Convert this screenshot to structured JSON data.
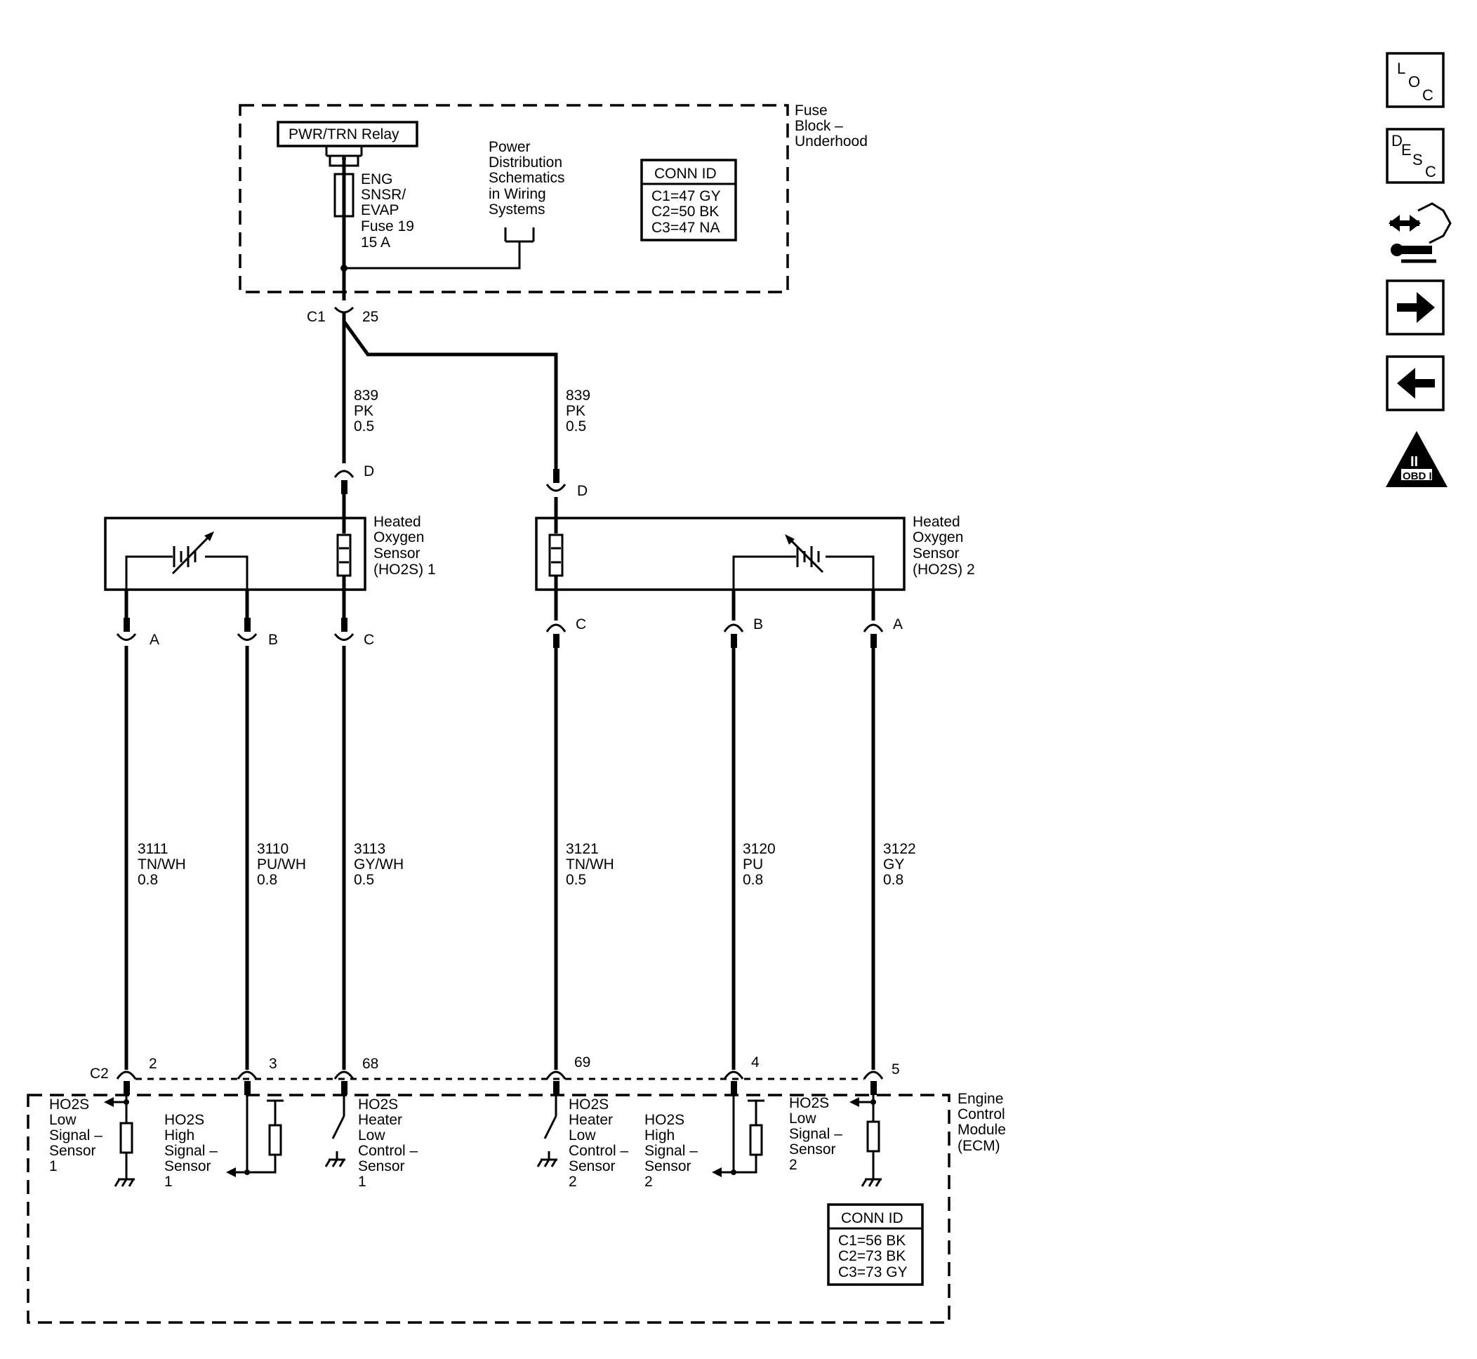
{
  "fuse_block": {
    "label": [
      "Fuse",
      "Block –",
      "Underhood"
    ],
    "relay_label": "PWR/TRN Relay",
    "fuse_label": [
      "ENG",
      "SNSR/",
      "EVAP",
      "Fuse 19",
      "15 A"
    ],
    "power_dist_label": [
      "Power",
      "Distribution",
      "Schematics",
      "in Wiring",
      "Systems"
    ],
    "conn_id": {
      "title": "CONN ID",
      "lines": [
        "C1=47 GY",
        "C2=50 BK",
        "C3=47 NA"
      ]
    }
  },
  "c1_connector": {
    "name": "C1",
    "pin": "25"
  },
  "supply_wires": [
    {
      "circuit": "839",
      "color": "PK",
      "gauge": "0.5"
    },
    {
      "circuit": "839",
      "color": "PK",
      "gauge": "0.5"
    }
  ],
  "sensor1": {
    "label": [
      "Heated",
      "Oxygen",
      "Sensor",
      "(HO2S) 1"
    ],
    "pins": {
      "d": "D",
      "a": "A",
      "b": "B",
      "c": "C"
    }
  },
  "sensor2": {
    "label": [
      "Heated",
      "Oxygen",
      "Sensor",
      "(HO2S) 2"
    ],
    "pins": {
      "d": "D",
      "c": "C",
      "b": "B",
      "a": "A"
    }
  },
  "signal_wires": [
    {
      "circuit": "3111",
      "color": "TN/WH",
      "gauge": "0.8"
    },
    {
      "circuit": "3110",
      "color": "PU/WH",
      "gauge": "0.8"
    },
    {
      "circuit": "3113",
      "color": "GY/WH",
      "gauge": "0.5"
    },
    {
      "circuit": "3121",
      "color": "TN/WH",
      "gauge": "0.5"
    },
    {
      "circuit": "3120",
      "color": "PU",
      "gauge": "0.8"
    },
    {
      "circuit": "3122",
      "color": "GY",
      "gauge": "0.8"
    }
  ],
  "ecm": {
    "label": [
      "Engine",
      "Control",
      "Module",
      "(ECM)"
    ],
    "connector": "C2",
    "pins": [
      "2",
      "3",
      "68",
      "69",
      "4",
      "5"
    ],
    "circuits": [
      [
        "HO2S",
        "Low",
        "Signal –",
        "Sensor",
        "1"
      ],
      [
        "HO2S",
        "High",
        "Signal –",
        "Sensor",
        "1"
      ],
      [
        "HO2S",
        "Heater",
        "Low",
        "Control –",
        "Sensor",
        "1"
      ],
      [
        "HO2S",
        "Heater",
        "Low",
        "Control –",
        "Sensor",
        "2"
      ],
      [
        "HO2S",
        "High",
        "Signal –",
        "Sensor",
        "2"
      ],
      [
        "HO2S",
        "Low",
        "Signal –",
        "Sensor",
        "2"
      ]
    ],
    "conn_id": {
      "title": "CONN ID",
      "lines": [
        "C1=56 BK",
        "C2=73 BK",
        "C3=73 GY"
      ]
    }
  },
  "nav_buttons": {
    "loc": [
      "L",
      "O",
      "C"
    ],
    "desc": [
      "D",
      "E",
      "S",
      "C"
    ],
    "obd": {
      "numeral": "II",
      "text": "OBD II"
    }
  }
}
